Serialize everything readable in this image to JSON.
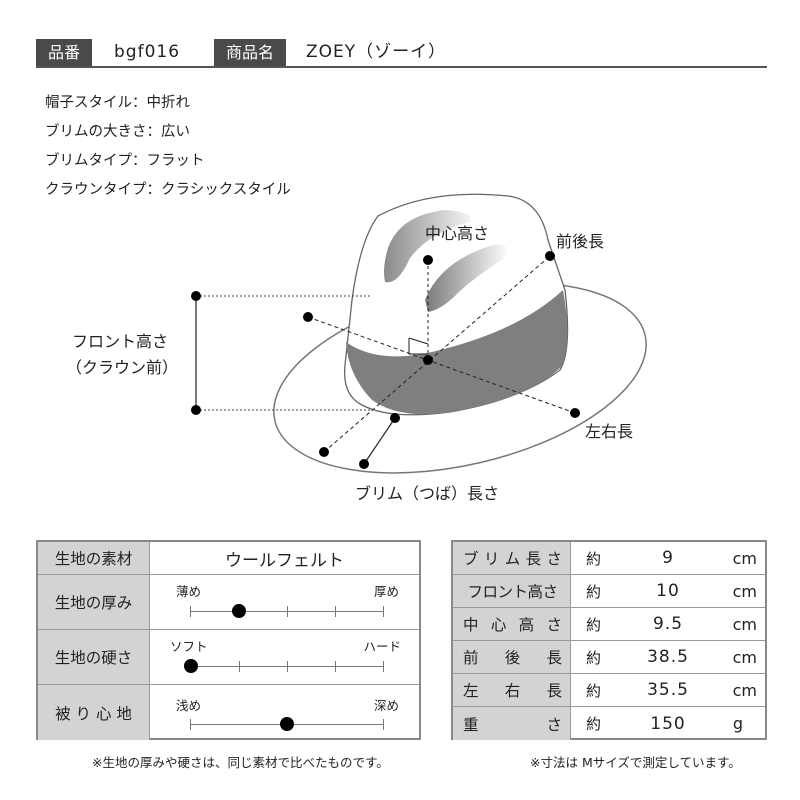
{
  "header": {
    "product_code_label": "品番",
    "product_code": "bgf016",
    "product_name_label": "商品名",
    "product_name": "ZOEY（ゾーイ）"
  },
  "specs": [
    {
      "label": "帽子スタイル",
      "value": "中折れ",
      "text": "帽子スタイル：中折れ"
    },
    {
      "label": "ブリムの大きさ",
      "value": "広い",
      "text": "ブリムの大きさ：広い"
    },
    {
      "label": "ブリムタイプ",
      "value": "フラット",
      "text": "ブリムタイプ：フラット"
    },
    {
      "label": "クラウンタイプ",
      "value": "クラシックスタイル",
      "text": "クラウンタイプ：クラシックスタイル"
    }
  ],
  "diagram": {
    "labels": {
      "center_height": "中心高さ",
      "front_back": "前後長",
      "front_height_line1": "フロント高さ",
      "front_height_line2": "（クラウン前）",
      "left_right": "左右長",
      "brim_length": "ブリム（つば）長さ"
    },
    "colors": {
      "band": "#7f7f7f",
      "outline": "#666666",
      "dot": "#000000"
    }
  },
  "fabric_table": {
    "rows": [
      {
        "label": "生地の素材",
        "type": "text",
        "value": "ウールフェルト"
      },
      {
        "label": "生地の厚み",
        "type": "scale",
        "min_label": "薄め",
        "max_label": "厚め",
        "position": 2,
        "steps": 5
      },
      {
        "label": "生地の硬さ",
        "type": "scale",
        "min_label": "ソフト",
        "max_label": "ハード",
        "position": 1,
        "steps": 5
      },
      {
        "label": "被 り 心 地",
        "type": "scale",
        "min_label": "浅め",
        "max_label": "深め",
        "position": 3,
        "steps": 5
      }
    ],
    "note": "※生地の厚みや硬さは、同じ素材で比べたものです。"
  },
  "size_table": {
    "rows": [
      {
        "label_parts": [
          "ブ",
          "リ",
          "ム",
          "長",
          "さ"
        ],
        "label": "ブリム長さ",
        "about": "約",
        "value": "9",
        "unit": "cm"
      },
      {
        "label_parts": [
          "フロント高さ"
        ],
        "label": "フロント高さ",
        "about": "約",
        "value": "10",
        "unit": "cm"
      },
      {
        "label_parts": [
          "中",
          "心",
          "高",
          "さ"
        ],
        "label": "中心高さ",
        "about": "約",
        "value": "9.5",
        "unit": "cm"
      },
      {
        "label_parts": [
          "前",
          "後",
          "長"
        ],
        "label": "前後長",
        "about": "約",
        "value": "38.5",
        "unit": "cm"
      },
      {
        "label_parts": [
          "左",
          "右",
          "長"
        ],
        "label": "左右長",
        "about": "約",
        "value": "35.5",
        "unit": "cm"
      },
      {
        "label_parts": [
          "重",
          "さ"
        ],
        "label": "重さ",
        "about": "約",
        "value": "150",
        "unit": "g"
      }
    ],
    "note": "※寸法は Mサイズで測定しています。"
  }
}
